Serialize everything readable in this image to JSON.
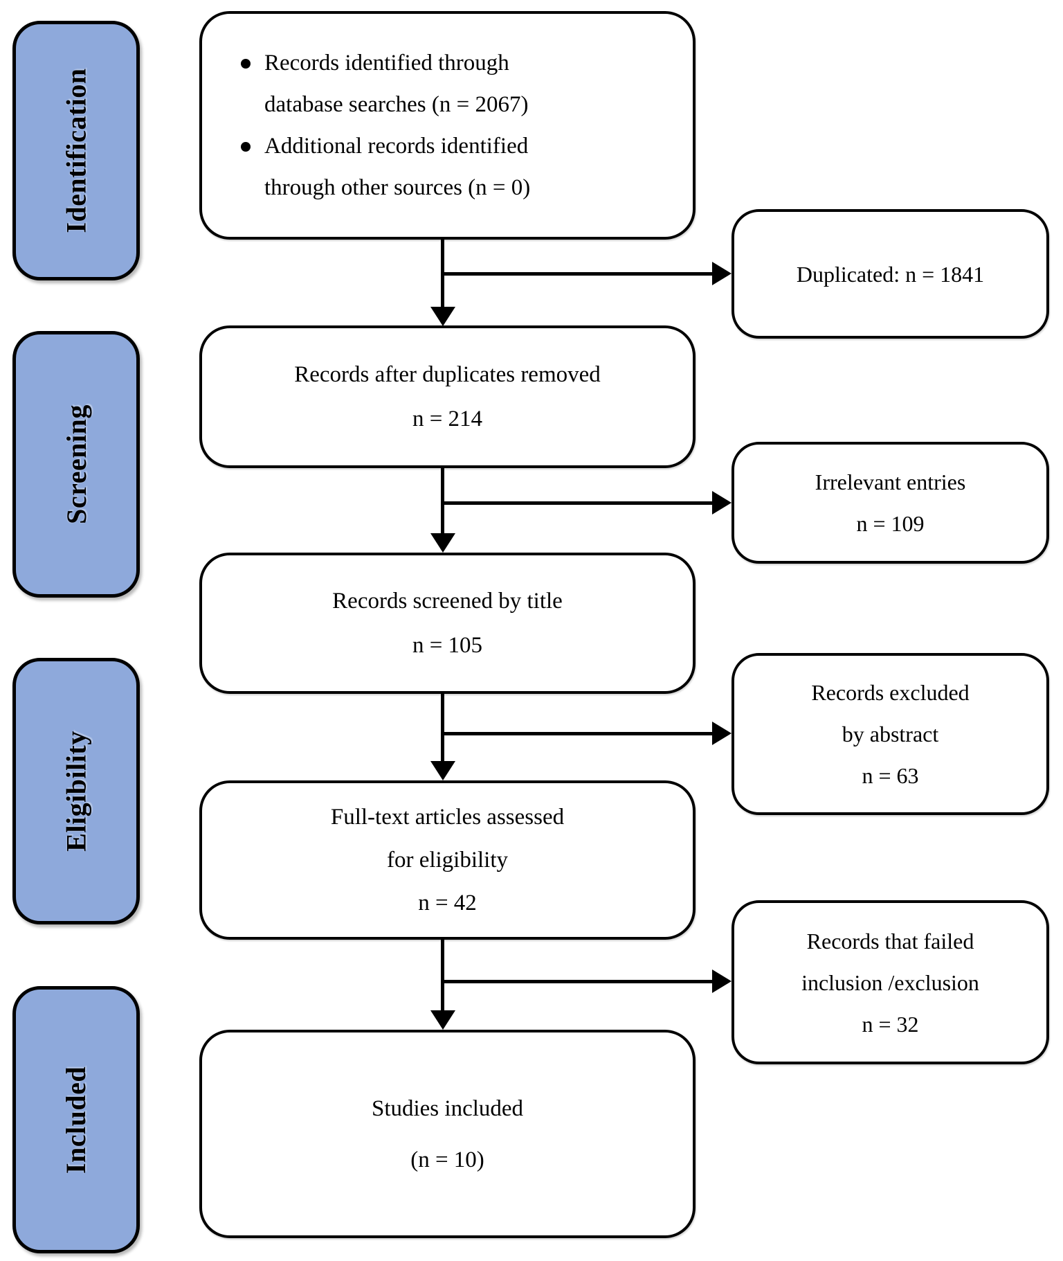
{
  "colors": {
    "stage_fill": "#8EA9DB",
    "stroke": "#000000",
    "box_fill": "#FFFFFF"
  },
  "stages": [
    {
      "label": "Identification"
    },
    {
      "label": "Screening"
    },
    {
      "label": "Eligibility"
    },
    {
      "label": "Included"
    }
  ],
  "flow": [
    {
      "bullets": [
        {
          "line1": "Records identified through",
          "line2": "database searches (n = 2067)"
        },
        {
          "line1": "Additional records identified",
          "line2": "through other sources (n = 0)"
        }
      ]
    },
    {
      "lines": [
        "Records after duplicates removed",
        "n = 214"
      ]
    },
    {
      "lines": [
        "Records screened by title",
        "n = 105"
      ]
    },
    {
      "lines": [
        "Full-text articles assessed",
        "for eligibility",
        "n = 42"
      ]
    },
    {
      "lines": [
        "Studies included",
        "(n = 10)"
      ]
    }
  ],
  "exclusions": [
    {
      "lines": [
        "Duplicated: n = 1841"
      ]
    },
    {
      "lines": [
        "Irrelevant entries",
        "n = 109"
      ]
    },
    {
      "lines": [
        "Records excluded",
        "by abstract",
        "n = 63"
      ]
    },
    {
      "lines": [
        "Records that failed",
        "inclusion /exclusion",
        "n = 32"
      ]
    }
  ]
}
